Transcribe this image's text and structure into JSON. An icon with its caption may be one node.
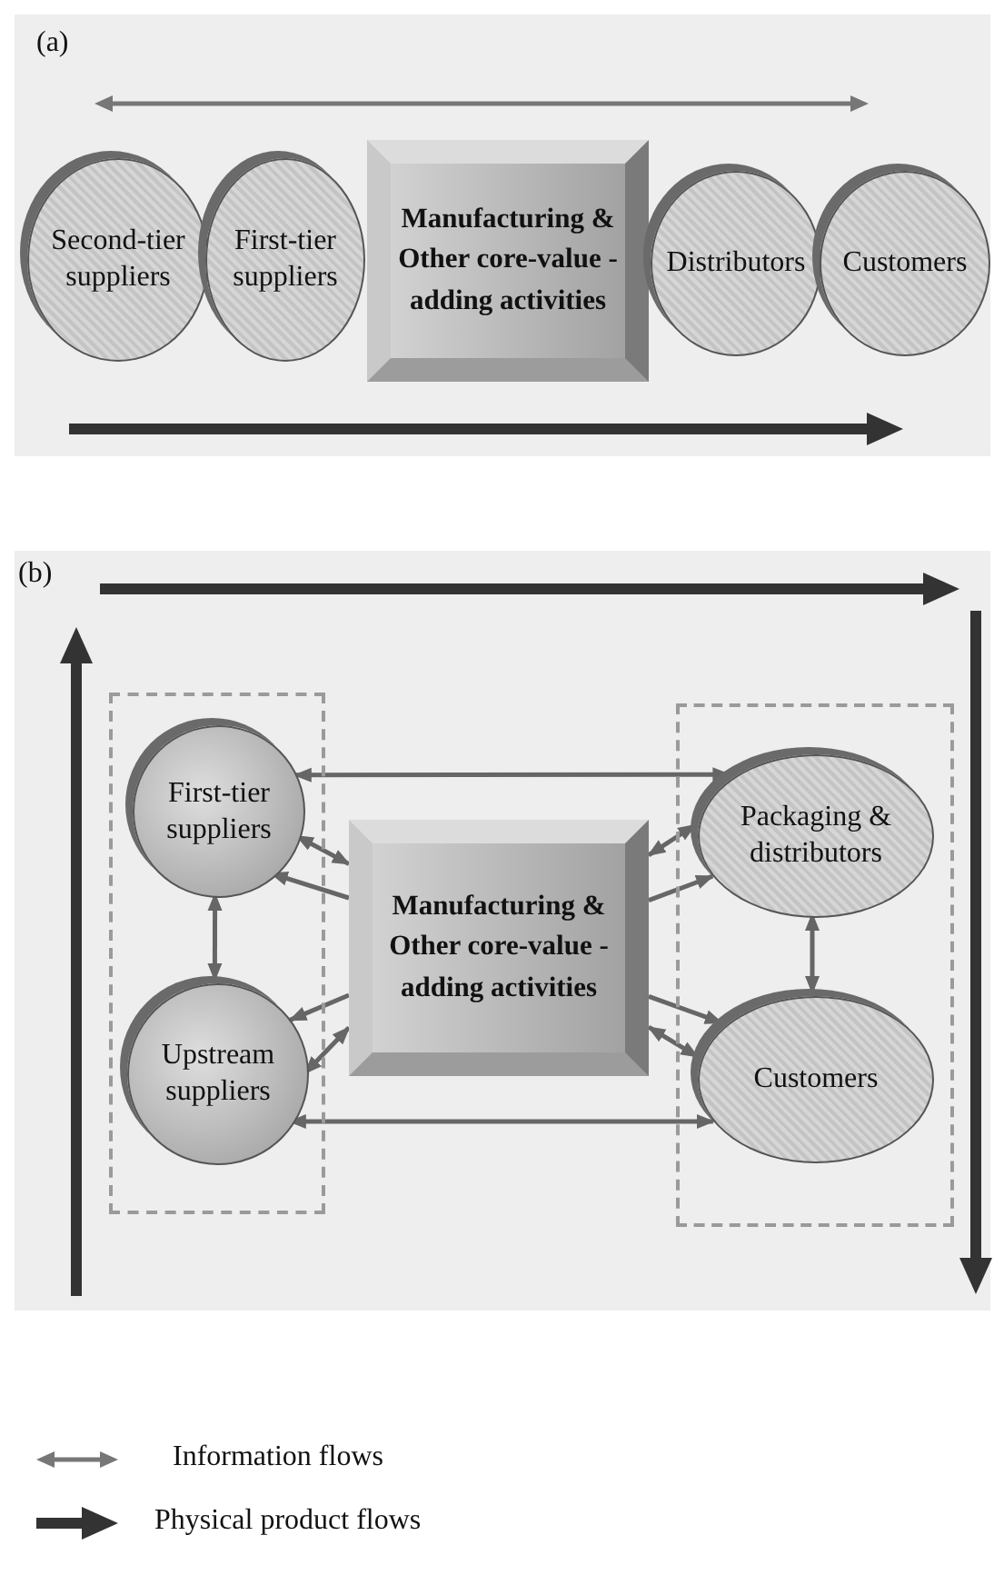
{
  "diagram": {
    "nodes": [
      {
        "text": [
          "(a)"
        ]
      },
      {
        "text": [
          "Second-tier suppliers"
        ],
        "in": 0
      },
      {
        "text": [
          "First-tier suppliers"
        ],
        "in": 0
      },
      {
        "text": [
          "Manufacturing & Other core-value -adding activities"
        ],
        "in": 0
      },
      {
        "text": [
          "Distributors"
        ],
        "in": 0
      },
      {
        "text": [
          "Customers"
        ],
        "in": 0
      },
      {
        "text": [
          "(b)"
        ]
      },
      {
        "text": [],
        "shape": "box",
        "in": 6
      },
      {
        "text": [
          "First-tier suppliers"
        ],
        "in": 7
      },
      {
        "text": [
          "Upstream suppliers"
        ],
        "in": 7
      },
      {
        "text": [
          "Manufacturing & Other core-value -adding activities"
        ],
        "in": 6
      },
      {
        "text": [],
        "shape": "box",
        "in": 6
      },
      {
        "text": [
          "Packaging & distributors"
        ],
        "in": 11
      },
      {
        "text": [
          "Customers"
        ],
        "in": 11
      }
    ],
    "edges": [
      {
        "from": 8,
        "to": 9,
        "arrow": "both"
      },
      {
        "from": 12,
        "to": 13,
        "arrow": "both"
      },
      {
        "from": 8,
        "to": 12,
        "arrow": "both"
      },
      {
        "from": 9,
        "to": 13,
        "arrow": "both"
      },
      {
        "from": 10,
        "to": 8,
        "arrow": "both"
      },
      {
        "from": 10,
        "to": 8,
        "arrow": "to"
      },
      {
        "from": 10,
        "to": 9,
        "arrow": "to"
      },
      {
        "from": 10,
        "to": 9,
        "arrow": "both"
      },
      {
        "from": 10,
        "to": 12,
        "arrow": "both"
      },
      {
        "from": 10,
        "to": 12,
        "arrow": "to"
      },
      {
        "from": 10,
        "to": 13,
        "arrow": "to"
      },
      {
        "from": 10,
        "to": 13,
        "arrow": "both"
      }
    ],
    "legend": [
      {
        "text": "Information flows"
      },
      {
        "text": "Physical product flows"
      }
    ]
  }
}
